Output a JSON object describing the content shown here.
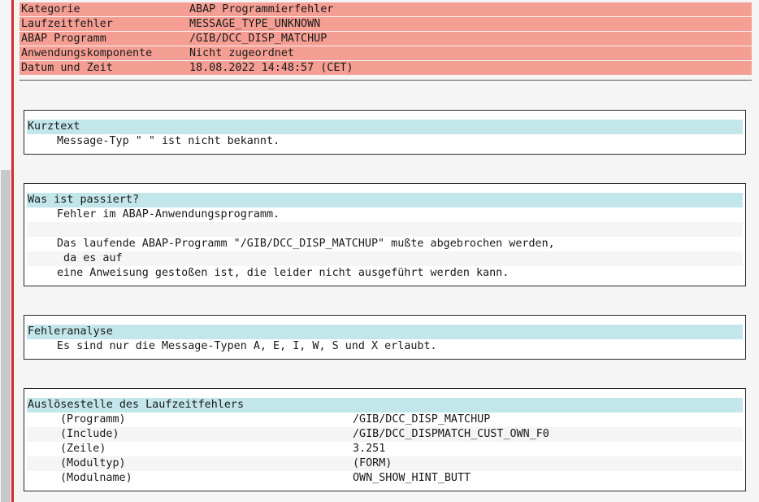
{
  "header": {
    "rows": [
      {
        "key": "Kategorie",
        "value": "ABAP Programmierfehler"
      },
      {
        "key": "Laufzeitfehler",
        "value": "MESSAGE_TYPE_UNKNOWN"
      },
      {
        "key": "ABAP Programm",
        "value": "/GIB/DCC_DISP_MATCHUP"
      },
      {
        "key": "Anwendungskomponente",
        "value": "Nicht zugeordnet"
      },
      {
        "key": "Datum und Zeit",
        "value": "18.08.2022 14:48:57 (CET)"
      }
    ]
  },
  "kurztext": {
    "title": "Kurztext",
    "lines": [
      "Message-Typ \" \" ist nicht bekannt."
    ]
  },
  "passiert": {
    "title": "Was ist passiert?",
    "lines": [
      "Fehler im ABAP-Anwendungsprogramm.",
      "",
      "Das laufende ABAP-Programm \"/GIB/DCC_DISP_MATCHUP\" mußte abgebrochen werden,",
      " da es auf",
      "eine Anweisung gestoßen ist, die leider nicht ausgeführt werden kann."
    ]
  },
  "fehleranalyse": {
    "title": "Fehleranalyse",
    "lines": [
      "Es sind nur die Message-Typen A, E, I, W, S und X erlaubt."
    ]
  },
  "ausloese": {
    "title": "Auslösestelle des Laufzeitfehlers",
    "rows": [
      {
        "key": "(Programm)",
        "value": "/GIB/DCC_DISP_MATCHUP"
      },
      {
        "key": "(Include)",
        "value": "/GIB/DCC_DISPMATCH_CUST_OWN_F0"
      },
      {
        "key": "(Zeile)",
        "value": "3.251"
      },
      {
        "key": "(Modultyp)",
        "value": "(FORM)"
      },
      {
        "key": "(Modulname)",
        "value": "OWN_SHOW_HINT_BUTT"
      }
    ]
  }
}
